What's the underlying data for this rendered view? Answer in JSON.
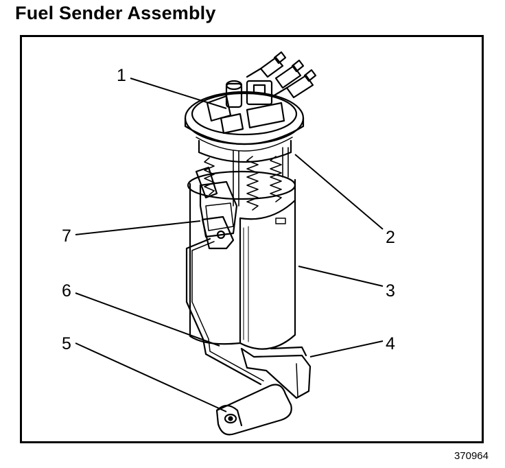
{
  "title": "Fuel Sender Assembly",
  "figure_number": "370964",
  "callouts": [
    "1",
    "2",
    "3",
    "4",
    "5",
    "6",
    "7"
  ]
}
